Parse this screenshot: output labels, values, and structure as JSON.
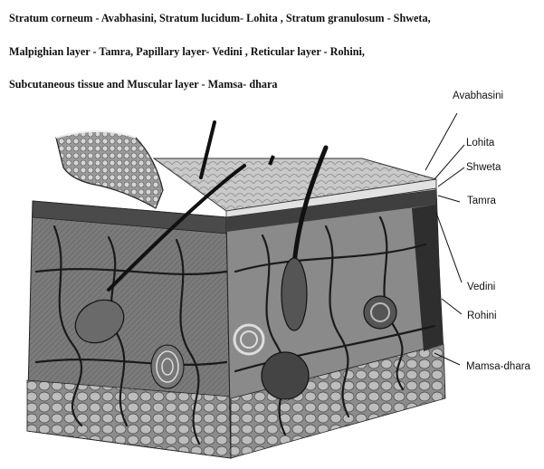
{
  "caption": {
    "line1": "Stratum corneum -  Avabhasini,   Stratum lucidum- Lohita ,   Stratum granulosum - Shweta,",
    "line2": "Malpighian layer - Tamra,  Papillary layer- Vedini , Reticular layer - Rohini,",
    "line3": "Subcutaneous tissue and Muscular layer -  Mamsa- dhara"
  },
  "labels": {
    "avabhasini": "Avabhasini",
    "lohita": "Lohita",
    "shweta": "Shweta",
    "tamra": "Tamra",
    "vedini": "Vedini",
    "rohini": "Rohini",
    "mamsa_dhara": "Mamsa-dhara"
  },
  "colors": {
    "ink": "#111111",
    "background": "#ffffff"
  }
}
